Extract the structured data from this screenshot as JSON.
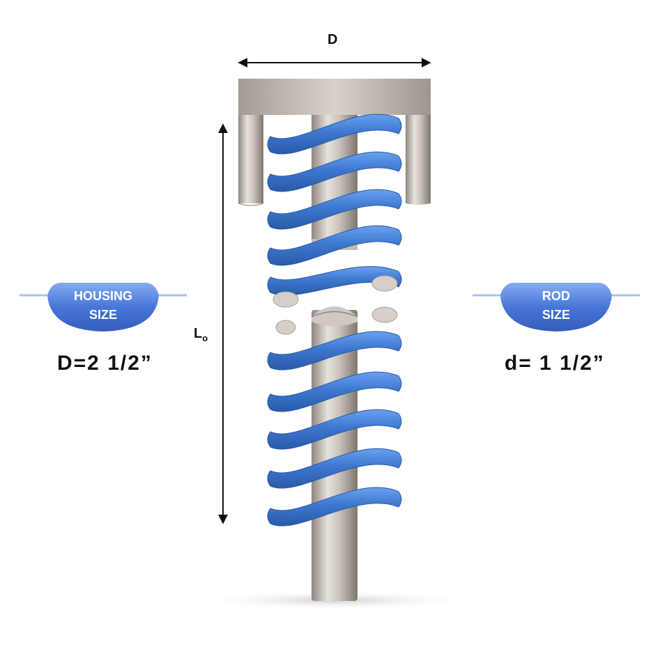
{
  "dimensions": {
    "housing_label": "D",
    "length_label_main": "L",
    "length_label_sub": "o"
  },
  "housing": {
    "badge_line1": "HOUSING",
    "badge_line2": "SIZE",
    "value": "D=2 1/2”"
  },
  "rod": {
    "badge_line1": "ROD",
    "badge_line2": "SIZE",
    "value": "d= 1 1/2”"
  },
  "colors": {
    "spring_blue": "#3d78d0",
    "badge_blue": "#3d6fd6",
    "metal_gray": "#b8b2ab"
  }
}
